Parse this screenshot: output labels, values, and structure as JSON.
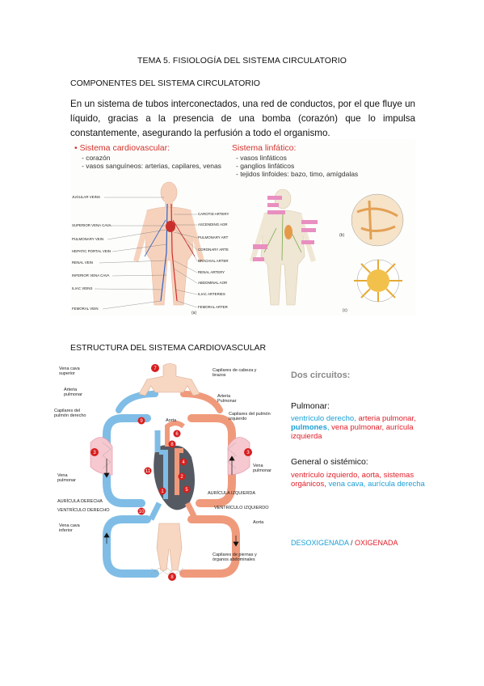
{
  "title": "TEMA 5. FISIOLOGÍA DEL SISTEMA CIRCULATORIO",
  "section1": "COMPONENTES DEL SISTEMA CIRCULATORIO",
  "paragraph": "En un sistema de tubos interconectados, una red de conductos, por el que fluye un líquido, gracias a la presencia de una bomba (corazón) que lo impulsa constantemente, asegurando la perfusión a todo el organismo.",
  "fig1": {
    "cardio_title": "• Sistema cardiovascular:",
    "cardio_items": [
      "- corazón",
      "- vasos sanguíneos: arterias, capilares, venas"
    ],
    "lymph_title": "Sistema linfático:",
    "lymph_items": [
      "- vasos linfáticos",
      "- ganglios linfáticos",
      "- tejidos linfoides: bazo, timo, amígdalas"
    ],
    "left_labels": [
      "JUGULAR VEINS",
      "SUPERIOR VENA CAVA",
      "PULMONARY VEIN",
      "HEPATIC PORTAL VEIN",
      "RENAL VEIN",
      "INFERIOR VENA CAVA",
      "ILIAC VEINS",
      "FEMORAL VEIN"
    ],
    "right_labels": [
      "CAROTID ARTERY",
      "ASCENDING AOR",
      "PULMONARY ART",
      "CORONARY ARTE",
      "BRACHIAL ARTER",
      "RENAL ARTERY",
      "ABDOMINAL AOR",
      "ILIAC ARTERIES",
      "FEMORAL ARTER"
    ],
    "panel_a": "(a)",
    "panel_b": "(b)",
    "panel_c": "(c)"
  },
  "section2": "ESTRUCTURA DEL SISTEMA CARDIOVASCULAR",
  "fig2": {
    "labels": {
      "vena_cava_sup": "Vena cava superior",
      "capilares_cabeza": "Capilares de cabeza y brazos",
      "arteria_pulmonar_l": "Arteria pulmonar",
      "arteria_pulmonar_r": "Arteria Pulmonar",
      "cap_pulmon_der": "Capilares del pulmón derecho",
      "cap_pulmon_izq": "Capilares del pulmón izquierdo",
      "aorta_top": "Aorta",
      "vena_pulmonar_l": "Vena pulmonar",
      "vena_pulmonar_r": "Vena pulmonar",
      "auricula_derecha": "AURÍCULA DERECHA",
      "ventriculo_derecho": "VENTRÍCULO DERECHO",
      "auricula_izquierda": "AURÍCULA IZQUIERDA",
      "ventriculo_izquierdo": "VENTRÍCULO IZQUIERDO",
      "vena_cava_inf": "Vena cava inferior",
      "aorta_bottom": "Aorta",
      "cap_abdominales": "Capilares de piernas y órganos abdominales"
    },
    "numbers": [
      "7",
      "6",
      "8",
      "3",
      "3",
      "9",
      "4",
      "11",
      "1",
      "2",
      "5",
      "10",
      "8"
    ]
  },
  "circuits": {
    "heading": "Dos circuitos:",
    "pulmonar_title": "Pulmonar:",
    "pulmonar_parts": [
      {
        "text": "ventrículo derecho, ",
        "color": "blue"
      },
      {
        "text": "arteria pulmonar, ",
        "color": "red"
      },
      {
        "text": "pulmones",
        "color": "blue"
      },
      {
        "text": ", ",
        "color": "blue"
      },
      {
        "text": "vena pulmonar, aurícula izquierda",
        "color": "red"
      }
    ],
    "general_title": "General o sistémico:",
    "general_parts": [
      {
        "text": " ventrículo izquierdo, aorta, sistemas orgánicos",
        "color": "red"
      },
      {
        "text": ", ",
        "color": "red"
      },
      {
        "text": "vena cava, aurícula derecha",
        "color": "blue"
      }
    ],
    "desoxi": "DESOXIGENADA",
    "sep": " / ",
    "oxi": "OXIGENADA",
    "colors": {
      "blue": "#1a9fd6",
      "red": "#e0202a"
    }
  }
}
